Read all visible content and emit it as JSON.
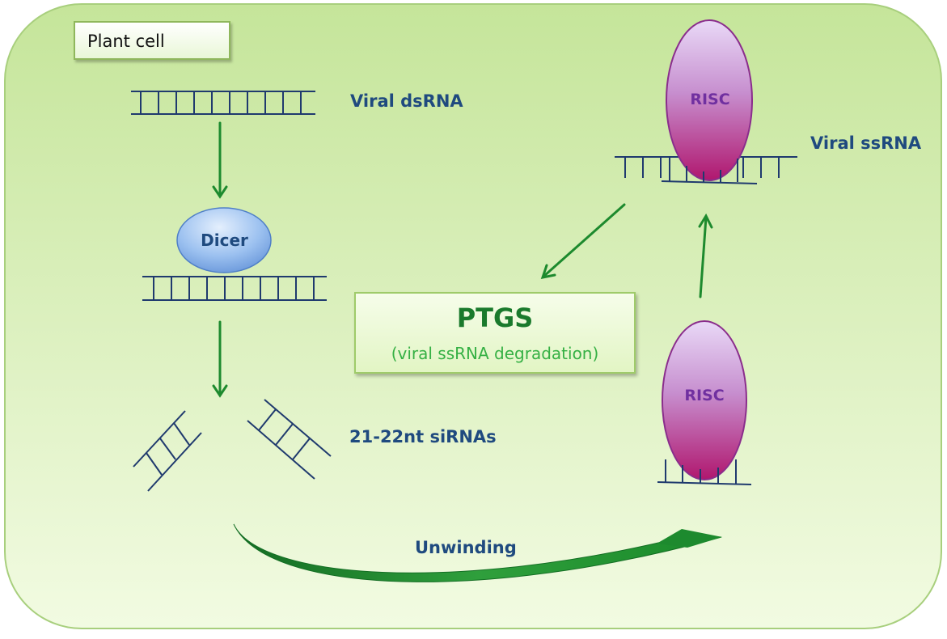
{
  "plant_cell_label": "Plant cell",
  "labels": {
    "viral_dsrna": "Viral dsRNA",
    "viral_ssrna": "Viral ssRNA",
    "sirnas": "21-22nt siRNAs",
    "unwinding": "Unwinding"
  },
  "dicer": "Dicer",
  "risc": "RISC",
  "ptgs": {
    "title": "PTGS",
    "subtitle": "(viral ssRNA degradation)"
  },
  "colors": {
    "cell_fill_top": "#c5e59a",
    "cell_fill_bottom": "#f2fbe2",
    "cell_border": "#a8cf7d",
    "label_text": "#1f4a7f",
    "strand": "#1f3a6e",
    "arrow": "#1d8a2e",
    "ptgs_title": "#1a7a2c",
    "ptgs_subtitle": "#35b044",
    "risc_text": "#7030a0",
    "dicer_fill": "#8fb8ee"
  }
}
